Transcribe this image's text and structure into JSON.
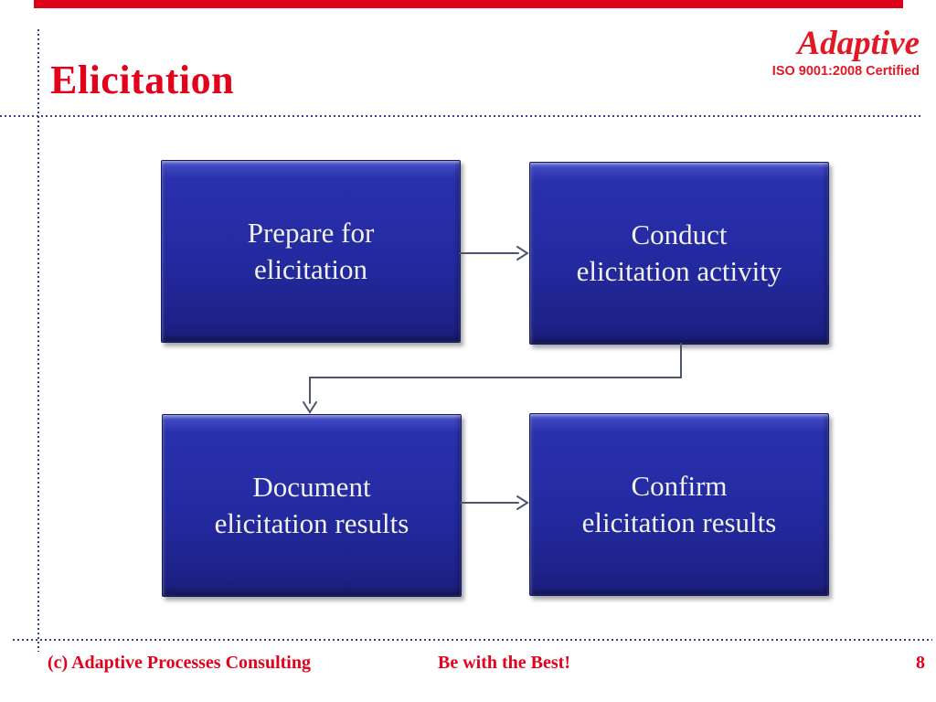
{
  "header": {
    "title": "Elicitation",
    "logo": {
      "name": "Adaptive",
      "certification": "ISO 9001:2008 Certified"
    }
  },
  "diagram": {
    "type": "flowchart",
    "boxes": [
      {
        "id": "prepare",
        "label": "Prepare for\nelicitation"
      },
      {
        "id": "conduct",
        "label": "Conduct\nelicitation activity"
      },
      {
        "id": "document",
        "label": "Document\nelicitation results"
      },
      {
        "id": "confirm",
        "label": "Confirm\nelicitation results"
      }
    ],
    "flow": [
      "Prepare for elicitation -> Conduct elicitation activity",
      "Conduct elicitation activity -> Document elicitation results",
      "Document elicitation results -> Confirm elicitation results"
    ],
    "colors": {
      "box_fill": "#232aa0",
      "box_text": "#f2f1ea",
      "connector": "#4d5470"
    }
  },
  "footer": {
    "copyright": "(c) Adaptive Processes Consulting",
    "tagline": "Be with the Best!",
    "page_number": "8"
  },
  "theme": {
    "accent_red": "#e3001b",
    "dotted_line_color": "#39418f",
    "background": "#ffffff"
  }
}
